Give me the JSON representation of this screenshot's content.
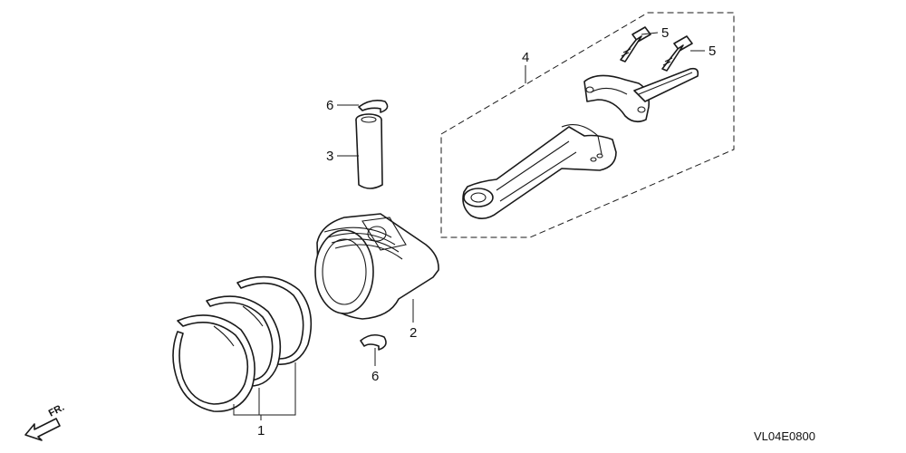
{
  "callouts": {
    "piston_ring_set": "1",
    "piston": "2",
    "piston_pin": "3",
    "connecting_rod": "4",
    "bolt_upper": "5",
    "bolt_lower": "5",
    "pin_clip_upper": "6",
    "pin_clip_lower": "6"
  },
  "direction_label": "FR.",
  "diagram_code": "VL04E0800",
  "icons": {
    "direction_arrow": "front-direction-arrow-icon"
  }
}
